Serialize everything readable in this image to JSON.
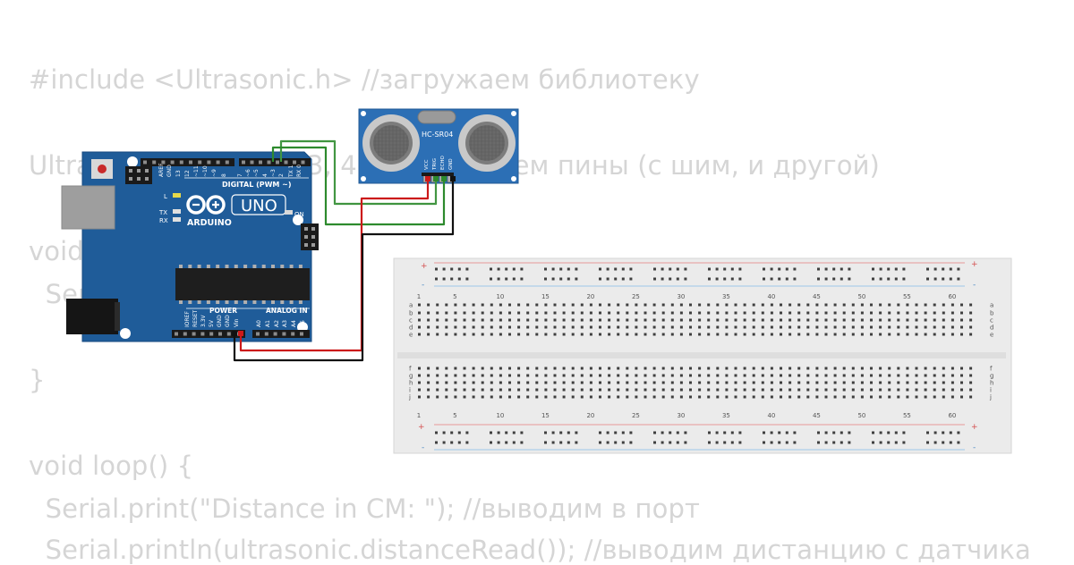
{
  "code_lines": [
    "#include <Ultrasonic.h> //загружаем библиотеку",
    "Ultrasonic ultrasonic(3, 4); //назначаем пины (с шим, и другой)",
    "void setup() {",
    "  Serial.begin(9600);",
    "}",
    "void loop() {",
    "  Serial.print(\"Distance in CM: \"); //выводим в порт",
    "  Serial.println(ultrasonic.distanceRead()); //выводим дистанцию с датчика"
  ],
  "arduino": {
    "uno": "UNO",
    "brand": "ARDUINO",
    "digital": "DIGITAL (PWM ~)",
    "power": "POWER",
    "analog": "ANALOG IN",
    "on": "ON",
    "l": "L",
    "tx": "TX",
    "rx": "RX",
    "top_pins": [
      "AREF",
      "GND",
      "13",
      "12",
      "~11",
      "~10",
      "~9",
      "8",
      "7",
      "~6",
      "~5",
      "4",
      "~3",
      "2",
      "TX 1",
      "RX 0"
    ],
    "power_pins": [
      "IOREF",
      "RESET",
      "3.3V",
      "5V",
      "GND",
      "GND",
      "Vin"
    ],
    "analog_pins": [
      "A0",
      "A1",
      "A2",
      "A3",
      "A4",
      "A5"
    ]
  },
  "sensor": {
    "model": "HC-SR04",
    "pins": [
      "VCC",
      "TRIG",
      "ECHO",
      "GND"
    ]
  },
  "breadboard": {
    "col_numbers": [
      "1",
      "5",
      "10",
      "15",
      "20",
      "25",
      "30",
      "35",
      "40",
      "45",
      "50",
      "55",
      "60"
    ],
    "rows_top": [
      "a",
      "b",
      "c",
      "d",
      "e"
    ],
    "rows_bottom": [
      "f",
      "g",
      "h",
      "i",
      "j"
    ],
    "plus": "+",
    "minus": "-"
  },
  "colors": {
    "code": "#d5d5d5",
    "board": "#1f5c99",
    "sensor": "#2c6fb5",
    "wire_green": "#2d8a2d",
    "wire_red": "#cc1a1a",
    "wire_black": "#111111",
    "breadboard": "#ebebeb"
  }
}
